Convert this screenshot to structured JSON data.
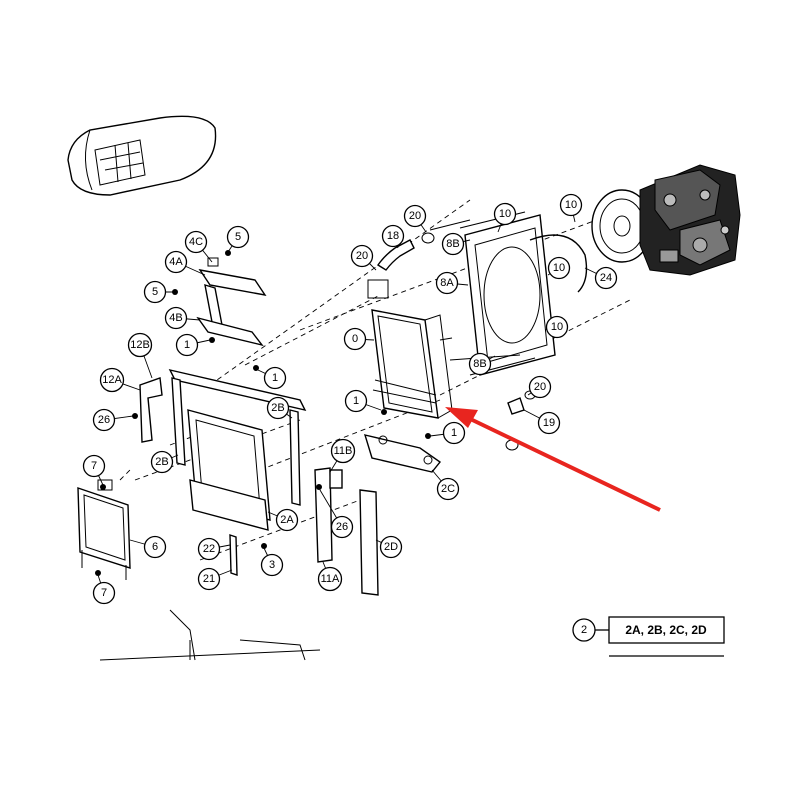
{
  "callouts": [
    {
      "id": "c-4C",
      "text": "4C"
    },
    {
      "id": "c-5a",
      "text": "5"
    },
    {
      "id": "c-4A",
      "text": "4A"
    },
    {
      "id": "c-5b",
      "text": "5"
    },
    {
      "id": "c-4B",
      "text": "4B"
    },
    {
      "id": "c-1a",
      "text": "1"
    },
    {
      "id": "c-1b",
      "text": "1"
    },
    {
      "id": "c-12B",
      "text": "12B"
    },
    {
      "id": "c-12A",
      "text": "12A"
    },
    {
      "id": "c-26a",
      "text": "26"
    },
    {
      "id": "c-2Ba",
      "text": "2B"
    },
    {
      "id": "c-2Bb",
      "text": "2B"
    },
    {
      "id": "c-7a",
      "text": "7"
    },
    {
      "id": "c-6",
      "text": "6"
    },
    {
      "id": "c-7b",
      "text": "7"
    },
    {
      "id": "c-22",
      "text": "22"
    },
    {
      "id": "c-21",
      "text": "21"
    },
    {
      "id": "c-3",
      "text": "3"
    },
    {
      "id": "c-2A",
      "text": "2A"
    },
    {
      "id": "c-11B",
      "text": "11B"
    },
    {
      "id": "c-26b",
      "text": "26"
    },
    {
      "id": "c-11A",
      "text": "11A"
    },
    {
      "id": "c-2D",
      "text": "2D"
    },
    {
      "id": "c-20a",
      "text": "20"
    },
    {
      "id": "c-0",
      "text": "0"
    },
    {
      "id": "c-1c",
      "text": "1"
    },
    {
      "id": "c-1d",
      "text": "1"
    },
    {
      "id": "c-2C",
      "text": "2C"
    },
    {
      "id": "c-18",
      "text": "18"
    },
    {
      "id": "c-20b",
      "text": "20"
    },
    {
      "id": "c-8B-top",
      "text": "8B"
    },
    {
      "id": "c-10a",
      "text": "10"
    },
    {
      "id": "c-10b",
      "text": "10"
    },
    {
      "id": "c-8A",
      "text": "8A"
    },
    {
      "id": "c-10c",
      "text": "10"
    },
    {
      "id": "c-24",
      "text": "24"
    },
    {
      "id": "c-10d",
      "text": "10"
    },
    {
      "id": "c-8B-bot",
      "text": "8B"
    },
    {
      "id": "c-20c",
      "text": "20"
    },
    {
      "id": "c-19",
      "text": "19"
    }
  ],
  "legend": {
    "key": "2",
    "value": "2A, 2B, 2C, 2D"
  },
  "colors": {
    "arrow": "#e8251f",
    "ink": "#000000",
    "background": "#ffffff"
  }
}
